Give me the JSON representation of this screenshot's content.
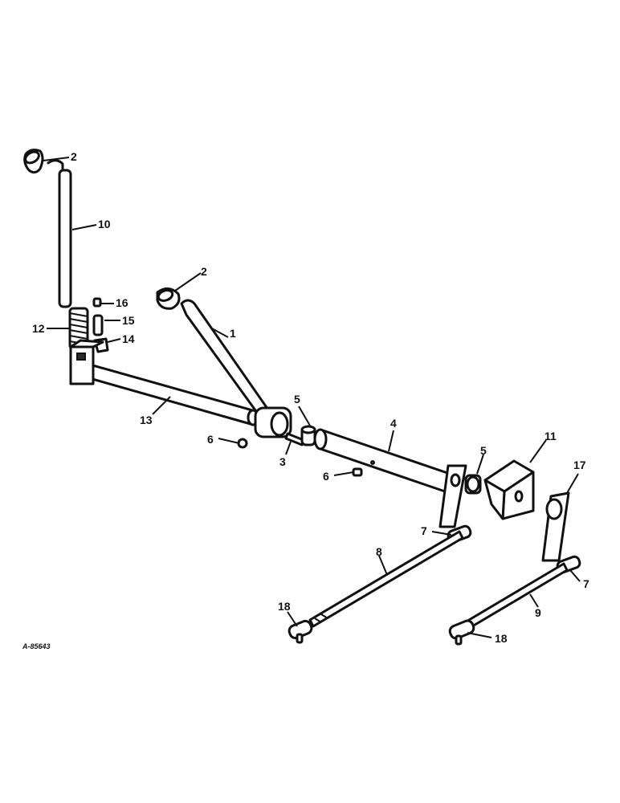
{
  "diagram": {
    "reference_code": "A-85643",
    "callouts": {
      "c1": "1",
      "c2a": "2",
      "c2b": "2",
      "c3": "3",
      "c4": "4",
      "c5a": "5",
      "c5b": "5",
      "c6a": "6",
      "c6b": "6",
      "c7a": "7",
      "c7b": "7",
      "c8": "8",
      "c9": "9",
      "c10": "10",
      "c11": "11",
      "c12": "12",
      "c13": "13",
      "c14": "14",
      "c15": "15",
      "c16": "16",
      "c17": "17",
      "c18a": "18",
      "c18b": "18"
    }
  }
}
